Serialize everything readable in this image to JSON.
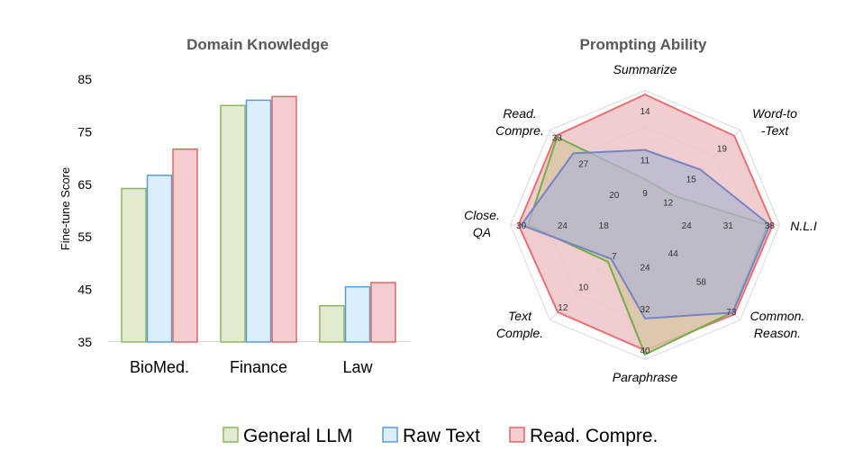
{
  "chart_data": [
    {
      "type": "bar",
      "title": "Domain Knowledge",
      "ylabel": "Fine-tune Score",
      "xlabel": "",
      "categories": [
        "BioMed.",
        "Finance",
        "Law"
      ],
      "yticks": [
        35,
        45,
        55,
        65,
        75,
        85
      ],
      "ylim": [
        35,
        85
      ],
      "series": [
        {
          "name": "General LLM",
          "values": [
            64.2,
            80.0,
            41.9
          ]
        },
        {
          "name": "Raw Text",
          "values": [
            66.7,
            81.0,
            45.5
          ]
        },
        {
          "name": "Read. Compre.",
          "values": [
            71.7,
            81.7,
            46.3
          ]
        }
      ],
      "grid": false,
      "legend": "bottom"
    },
    {
      "type": "radar",
      "title": "Prompting Ability",
      "axes": [
        {
          "label": "Summarize",
          "ticks": [
            "9",
            "11",
            "14"
          ],
          "min": 7,
          "max": 15
        },
        {
          "label": "Word-to\n-Text",
          "ticks": [
            "12",
            "15",
            "19"
          ],
          "min": 9,
          "max": 21
        },
        {
          "label": "N.L.I",
          "ticks": [
            "24",
            "31",
            "38"
          ],
          "min": 17,
          "max": 39
        },
        {
          "label": "Common.\nReason.",
          "ticks": [
            "44",
            "58",
            "73"
          ],
          "min": 30,
          "max": 76
        },
        {
          "label": "Paraphrase",
          "ticks": [
            "24",
            "32",
            "40"
          ],
          "min": 16,
          "max": 41
        },
        {
          "label": "Text\nComple.",
          "ticks": [
            "7",
            "10",
            "12"
          ],
          "min": 4,
          "max": 13
        },
        {
          "label": "Close.\nQA",
          "ticks": [
            "18",
            "24",
            "30"
          ],
          "min": 12,
          "max": 31
        },
        {
          "label": "Read.\nCompre.",
          "ticks": [
            "20",
            "27",
            "33"
          ],
          "min": 13,
          "max": 34
        }
      ],
      "series": [
        {
          "name": "General LLM",
          "values": [
            9.8,
            12.8,
            37.6,
            73.5,
            40.8,
            7.6,
            29.0,
            33.0
          ]
        },
        {
          "name": "Raw Text",
          "values": [
            11.6,
            16.2,
            38.0,
            73.7,
            33.9,
            7.3,
            30.0,
            29.3
          ]
        },
        {
          "name": "Read. Compre.",
          "values": [
            15.0,
            20.6,
            38.5,
            74.5,
            40.0,
            12.5,
            30.4,
            33.3
          ]
        }
      ]
    }
  ],
  "legend": [
    {
      "label": "General LLM",
      "fill": "#e2ebd0",
      "stroke": "#8fb45e"
    },
    {
      "label": "Raw Text",
      "fill": "#dbeffa",
      "stroke": "#5b9bd5"
    },
    {
      "label": "Read. Compre.",
      "fill": "#f5cccf",
      "stroke": "#e06666"
    }
  ],
  "colors": {
    "general_fill": "#e2ebd0",
    "general_stroke": "#8fb45e",
    "raw_fill": "#dbeffa",
    "raw_stroke": "#5b9bd5",
    "rc_fill": "#f5cccf",
    "rc_stroke": "#e06666",
    "radar_general_fill": "#d6c6a3",
    "radar_general_stroke": "#74ad4a",
    "radar_raw_fill": "#b4b6cf",
    "radar_raw_stroke": "#7484c4",
    "radar_rc_fill": "#efc4c8",
    "radar_rc_stroke": "#ec6f73"
  }
}
